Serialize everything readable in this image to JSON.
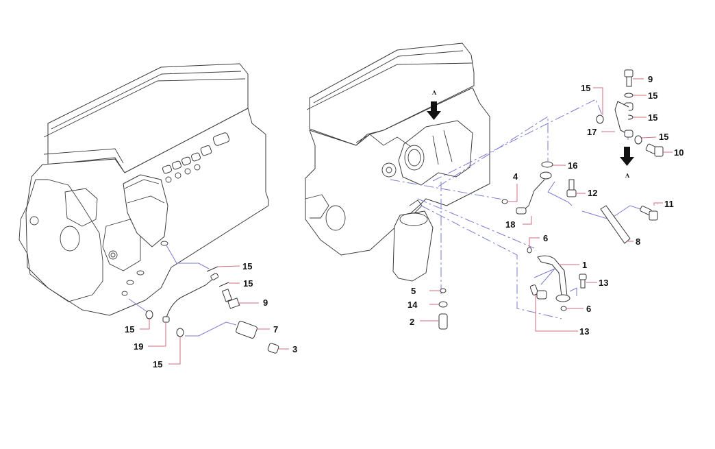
{
  "diagram": {
    "title": "Engine parts exploded view (oil / air compressor lines)",
    "view_marker": "A",
    "colors": {
      "leader_line": "#d46a78",
      "guide_line": "#7a7ad0",
      "outline": "#3a3a3a",
      "callout_text": "#111111"
    },
    "left_assembly": {
      "callouts": [
        "15",
        "15",
        "9",
        "7",
        "3",
        "15",
        "19",
        "15"
      ]
    },
    "right_assembly": {
      "callouts": [
        "9",
        "15",
        "15",
        "15",
        "10",
        "15",
        "17",
        "16",
        "4",
        "12",
        "11",
        "18",
        "8",
        "6",
        "1",
        "13",
        "5",
        "14",
        "2",
        "6",
        "13"
      ]
    }
  }
}
